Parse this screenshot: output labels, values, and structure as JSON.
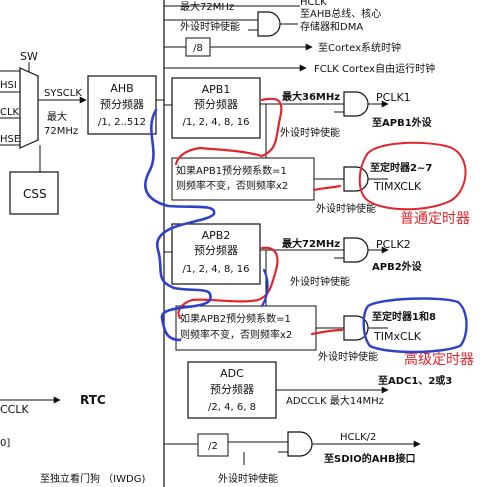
{
  "left": {
    "sw": "SW",
    "hsi": "HSI",
    "clk": "CLK",
    "hse": "HSE",
    "sysclk": "SYSCLK",
    "max1": "最大",
    "max2": "72MHz",
    "css": "CSS",
    "cclk": "CCLK",
    "rtc": "RTC",
    "bracket": "0]",
    "iwdg": "至独立看门狗 （IWDG)"
  },
  "top": {
    "max72": "最大72MHz",
    "periph_en": "外设时钟使能",
    "hclk": "HCLK",
    "to_ahb1": "至AHB总线、核心",
    "to_ahb2": "存储器和DMA",
    "div8": "/8",
    "to_cortex": "至Cortex系统时钟",
    "fclk": "FCLK Cortex自由运行时钟"
  },
  "ahb": {
    "line1": "AHB",
    "line2": "预分频器",
    "line3": "/1, 2..512"
  },
  "apb1": {
    "line1": "APB1",
    "line2": "预分频器",
    "line3": "/1, 2, 4, 8, 16",
    "max": "最大36MHz",
    "pclk": "PCLK1",
    "to": "至APB1外设",
    "periph_en": "外设时钟使能"
  },
  "apb1_timer": {
    "note1": "如果APB1预分频系数=1",
    "note2": "则频率不变，否则频率x2",
    "to": "至定时器2~7",
    "clk": "TIMXCLK",
    "periph_en": "外设时钟使能",
    "annotation": "普通定时器"
  },
  "apb2": {
    "line1": "APB2",
    "line2": "预分频器",
    "line3": "/1, 2, 4, 8, 16",
    "max": "最大72MHz",
    "pclk": "PCLK2",
    "to": "APB2外设",
    "periph_en": "外设时钟使能"
  },
  "apb2_timer": {
    "note1": "如果APB2预分频系数=1",
    "note2": "则频率不变，否则频率x2",
    "to": "至定时器1和8",
    "clk": "TIMxCLK",
    "periph_en": "外设时钟使能",
    "annotation": "高级定时器"
  },
  "adc": {
    "line1": "ADC",
    "line2": "预分频器",
    "line3": "/2, 4, 6, 8",
    "clk": "ADCCLK 最大14MHz",
    "to": "至ADC1、2或3"
  },
  "sdio": {
    "div2": "/2",
    "hclk2": "HCLK/2",
    "to": "至SDIO的AHB接口",
    "periph_en": "外设时钟使能"
  },
  "colors": {
    "red": "#e0262b",
    "blue": "#2e41c9"
  }
}
